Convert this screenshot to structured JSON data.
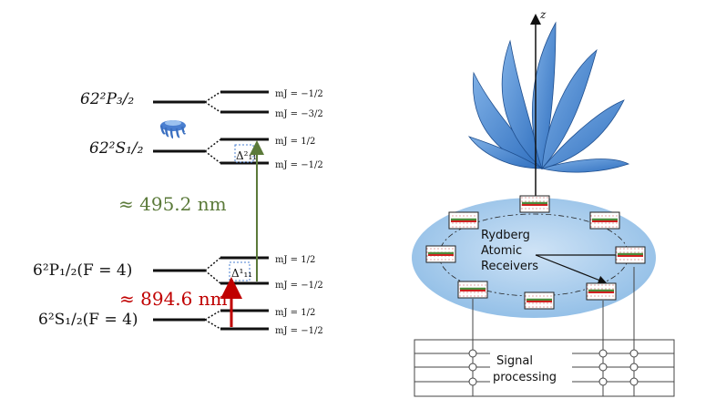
{
  "energy_diagram": {
    "levels": {
      "p62_label": "62²P₃/₂",
      "s62_label": "62²S₁/₂",
      "p6_label": "6²P₁/₂(F = 4)",
      "s6_label": "6²S₁/₂(F = 4)"
    },
    "sublevels": {
      "p62_upper": "mJ = −1/2",
      "p62_lower": "mJ = −3/2",
      "s62_upper": "mJ = 1/2",
      "s62_lower": "mJ = −1/2",
      "p6_upper": "mJ = 1/2",
      "p6_lower": "mJ = −1/2",
      "s6_upper": "mJ = 1/2",
      "s6_lower": "mJ = −1/2"
    },
    "detunings": {
      "upper": "Δ²₁₁",
      "lower": "Δ¹₁₁"
    },
    "transitions": {
      "coupling_label": "≈ 495.2 nm",
      "probe_label": "≈ 894.6 nm"
    },
    "colors": {
      "coupling": "#5b7a3a",
      "probe": "#c00000",
      "level": "#111111"
    }
  },
  "receiver_diagram": {
    "axis_label": "z",
    "receivers_label": [
      "Rydberg",
      "Atomic",
      "Receivers"
    ],
    "processing_label": [
      "Signal",
      "processing"
    ],
    "colors": {
      "ellipse": "#a9cdee",
      "beam": "#4f86c8"
    }
  }
}
